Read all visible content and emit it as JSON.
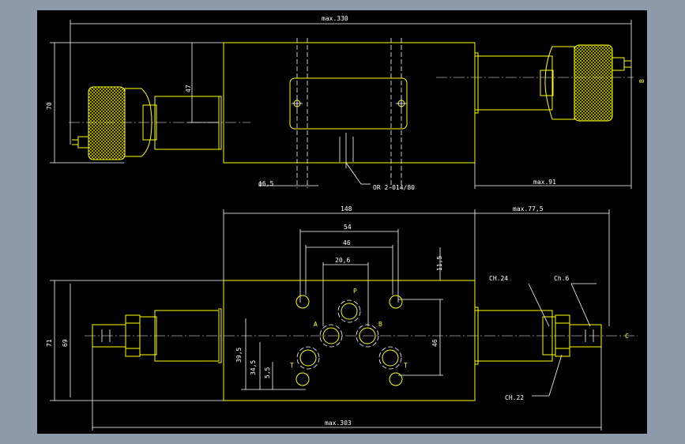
{
  "drawing": {
    "background": "#000000",
    "frame_color": "#8e9aaa",
    "part_color": "#ffff00",
    "dimension_color": "#ffffff",
    "top_view": {
      "overall_length": "max.330",
      "height_left": "70",
      "height_inner": "47",
      "bolt_hole": "ϕ6,5",
      "seal": "OR 2-014/80",
      "solenoid_length": "max.91",
      "side_letter": "B"
    },
    "front_view": {
      "body_width": "148",
      "solenoid_width": "max.77,5",
      "dim_54": "54",
      "dim_46": "46",
      "dim_20_6": "20,6",
      "dim_11_5": "11,5",
      "height_71": "71",
      "height_69": "69",
      "dim_39_5": "39,5",
      "dim_34_5": "34,5",
      "dim_5_5": "5,5",
      "dim_46_v": "46",
      "overall_length": "max.303",
      "wrench_24": "CH.24",
      "wrench_6": "Ch.6",
      "wrench_22": "CH.22",
      "port_p": "P",
      "port_a": "A",
      "port_b": "B",
      "port_t_left": "T",
      "port_t_right": "T",
      "side_letter": "C"
    }
  }
}
